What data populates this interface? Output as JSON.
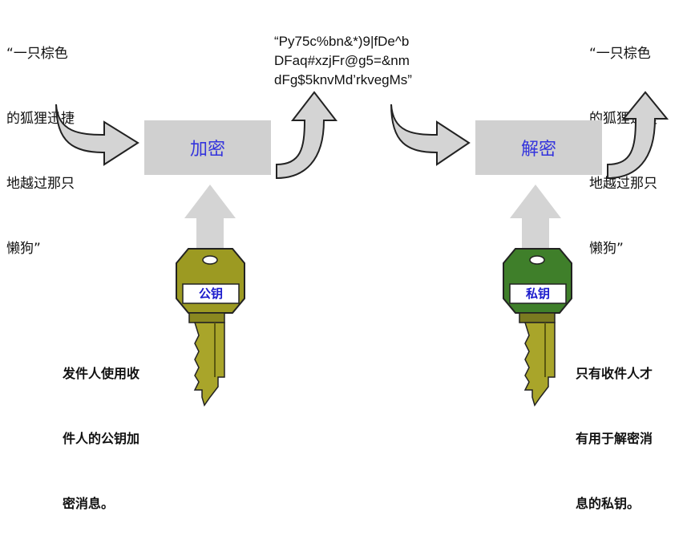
{
  "plaintext_left": [
    "“一只棕色",
    "的狐狸迅捷",
    "地越过那只",
    "懒狗”"
  ],
  "plaintext_right": [
    "“一只棕色",
    "的狐狸迅捷",
    "地越过那只",
    "懒狗”"
  ],
  "ciphertext": [
    "“Py75c%bn&*)9|fDe^b",
    "DFaq#xzjFr@g5=&nm",
    "dFg$5knvMd’rkvegMs”"
  ],
  "encrypt_label": "加密",
  "decrypt_label": "解密",
  "public_key_label": "公钥",
  "private_key_label": "私钥",
  "sender_note": [
    "发件人使用收",
    "件人的公钥加",
    "密消息。"
  ],
  "receiver_note": [
    "只有收件人才",
    "有用于解密消",
    "息的私钥。"
  ],
  "colors": {
    "box": "#d0d0d0",
    "box_text": "#3333dd",
    "arrow_fill": "#d4d4d4",
    "arrow_stroke": "#222222",
    "public_key": "#9c9a22",
    "private_key": "#3f7f2a"
  }
}
